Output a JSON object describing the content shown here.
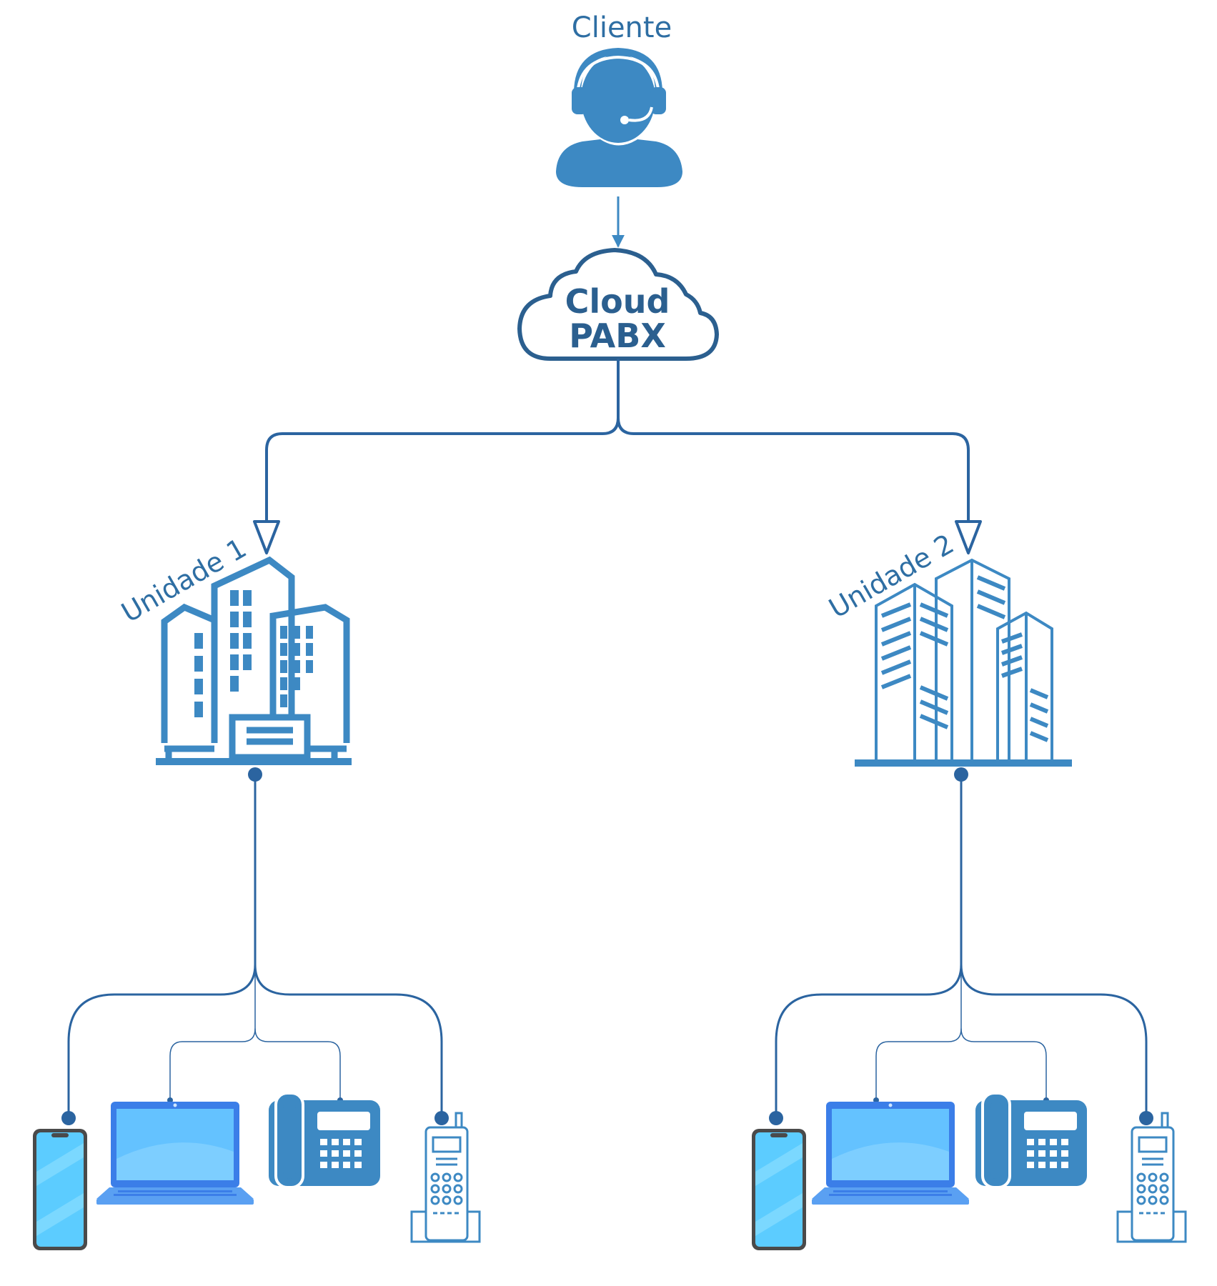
{
  "client": {
    "label": "Cliente",
    "icon": "headset-user-icon"
  },
  "cloud": {
    "line1": "Cloud",
    "line2": "PABX",
    "icon": "cloud-icon"
  },
  "units": [
    {
      "label": "Unidade 1",
      "icon": "office-buildings-icon"
    },
    {
      "label": "Unidade 2",
      "icon": "skyscraper-buildings-icon"
    }
  ],
  "devices": [
    "smartphone-icon",
    "laptop-icon",
    "desk-phone-icon",
    "cordless-phone-icon"
  ],
  "colors": {
    "primary": "#3d89c3",
    "line": "#2b64a0",
    "cloud_stroke": "#2b5f8f",
    "laptop": "#3b7ee8",
    "laptop_screen": "#64c2ff",
    "phone_screen": "#5cccff",
    "phone_frame": "#4a4a4a"
  }
}
